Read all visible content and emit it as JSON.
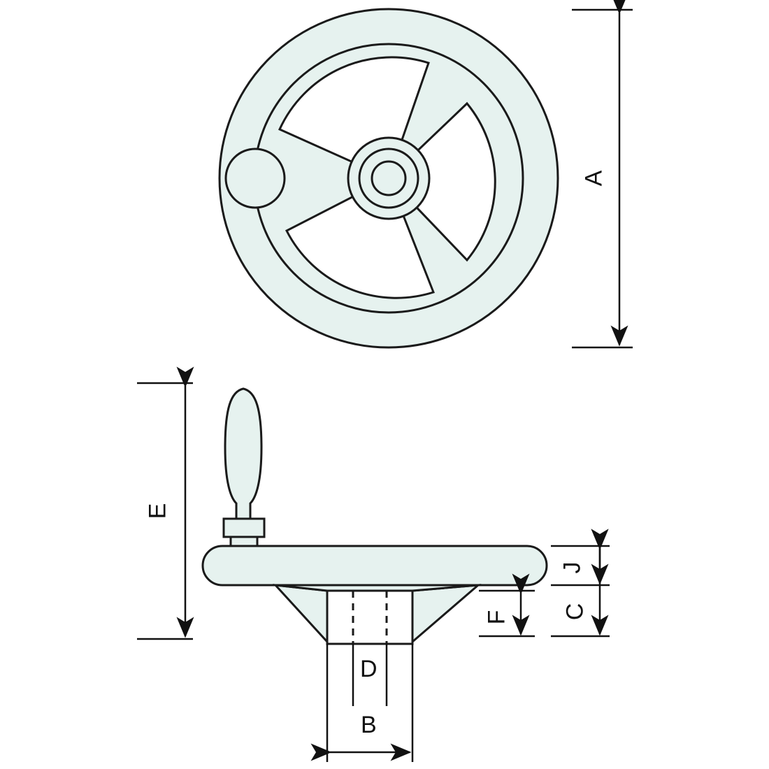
{
  "drawing": {
    "title": "Handwheel technical dimension drawing",
    "views": [
      {
        "name": "top-view",
        "description": "Three-spoke handwheel front view with revolving handle"
      },
      {
        "name": "side-view",
        "description": "Handwheel side section with handle and hub"
      }
    ],
    "style": {
      "line_color": "#1a1a1a",
      "fill_color": "#e6f2ef",
      "background": "#ffffff",
      "hidden_line_style": "dashed"
    },
    "dimension_labels": [
      {
        "id": "A",
        "text": "A",
        "view": "top-view",
        "orientation": "vertical",
        "description": "Overall wheel diameter"
      },
      {
        "id": "E",
        "text": "E",
        "view": "side-view",
        "orientation": "vertical",
        "description": "Overall height including handle"
      },
      {
        "id": "J",
        "text": "J",
        "view": "side-view",
        "orientation": "vertical",
        "description": "Rim thickness"
      },
      {
        "id": "C",
        "text": "C",
        "view": "side-view",
        "orientation": "vertical",
        "description": "Hub height from rim"
      },
      {
        "id": "F",
        "text": "F",
        "view": "side-view",
        "orientation": "vertical",
        "description": "Hub projection below"
      },
      {
        "id": "D",
        "text": "D",
        "view": "side-view",
        "orientation": "horizontal",
        "description": "Bore diameter"
      },
      {
        "id": "B",
        "text": "B",
        "view": "side-view",
        "orientation": "horizontal",
        "description": "Hub diameter"
      }
    ]
  }
}
